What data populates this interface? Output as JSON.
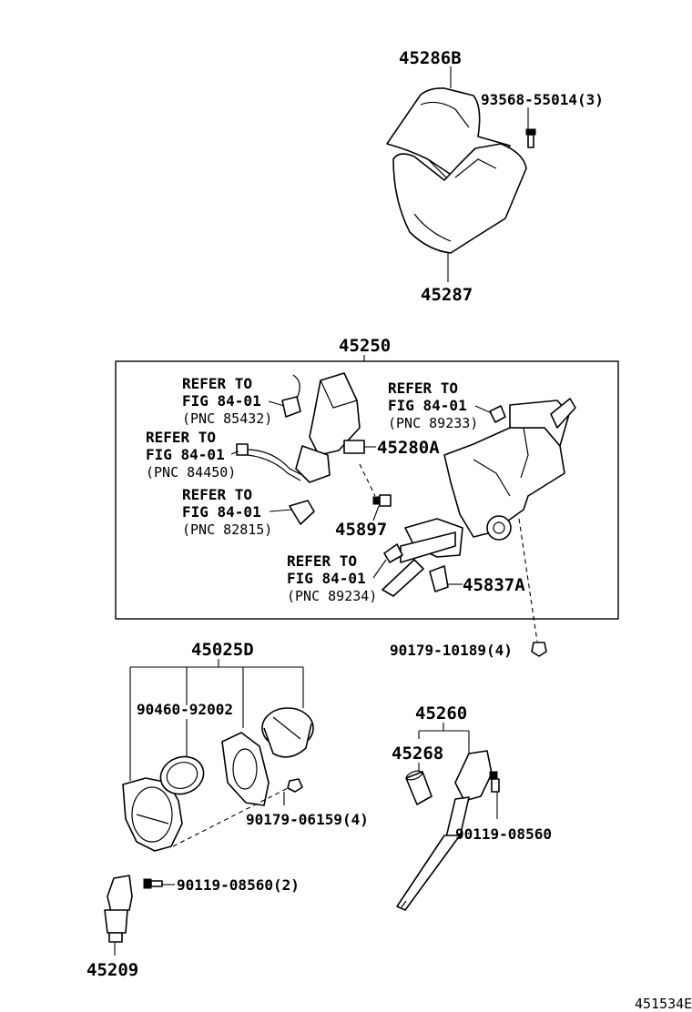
{
  "parts": {
    "p45286B": "45286B",
    "p93568": "93568-55014(3)",
    "p45287": "45287",
    "p45250": "45250",
    "p45280A": "45280A",
    "p45897": "45897",
    "p45837A": "45837A",
    "p90179_10189": "90179-10189(4)",
    "p45025D": "45025D",
    "p90460": "90460-92002",
    "p90179_06159": "90179-06159(4)",
    "p90119_08560_2": "90119-08560(2)",
    "p45209": "45209",
    "p45260": "45260",
    "p45268": "45268",
    "p90119_08560": "90119-08560"
  },
  "refs": [
    {
      "line1": "REFER TO",
      "line2": "FIG 84-01",
      "line3": "(PNC 85432)"
    },
    {
      "line1": "REFER TO",
      "line2": "FIG 84-01",
      "line3": "(PNC 84450)"
    },
    {
      "line1": "REFER TO",
      "line2": "FIG 84-01",
      "line3": "(PNC 82815)"
    },
    {
      "line1": "REFER TO",
      "line2": "FIG 84-01",
      "line3": "(PNC 89233)"
    },
    {
      "line1": "REFER TO",
      "line2": "FIG 84-01",
      "line3": "(PNC 89234)"
    }
  ],
  "figure_id": "451534E"
}
